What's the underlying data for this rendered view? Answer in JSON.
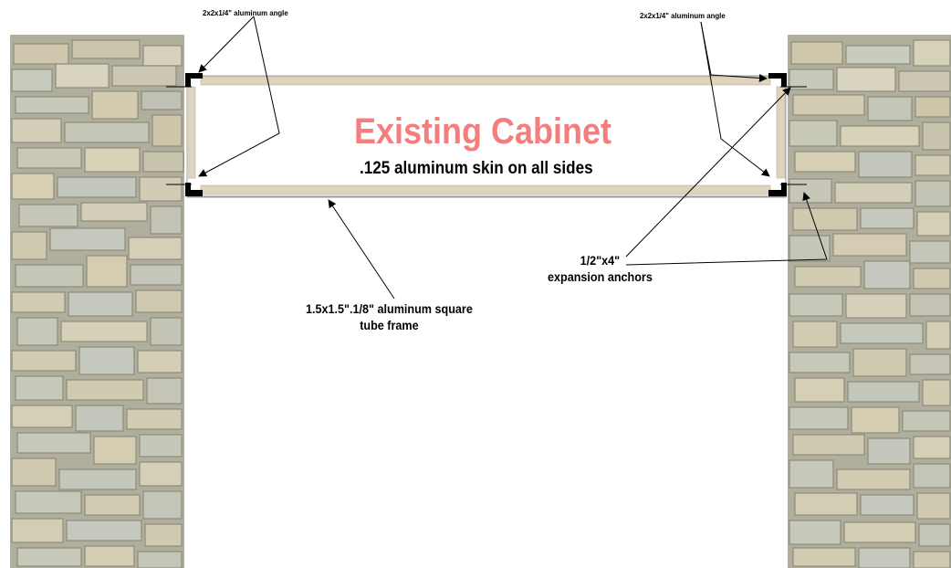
{
  "labels": {
    "angle_left": "2x2x1/4\" aluminum angle",
    "angle_right": "2x2x1/4\" aluminum angle",
    "cabinet_title": "Existing Cabinet",
    "cabinet_subtitle": ".125 aluminum skin on all sides",
    "anchor_line1": "1/2\"x4\"",
    "anchor_line2": "expansion anchors",
    "frame_line1": "1.5x1.5\".1/8\" aluminum square",
    "frame_line2": "tube frame"
  },
  "colors": {
    "title": "#f47d7d",
    "tube_frame": "#ded3bc",
    "angle": "#000000",
    "stone": "#b9b7a4"
  }
}
